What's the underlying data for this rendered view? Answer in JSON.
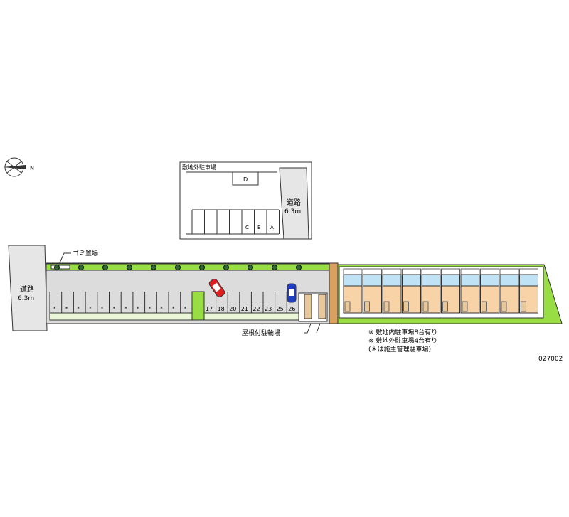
{
  "compass": {
    "label": "N"
  },
  "inset": {
    "title": "敷地外駐車場",
    "spot_labels": [
      "D",
      "C",
      "E",
      "A"
    ],
    "road_label": "道路",
    "road_width": "6.3m"
  },
  "main": {
    "road_label": "道路",
    "road_width": "6.3m",
    "garbage_label": "ゴミ置場",
    "bike_label": "屋根付駐輪場",
    "managed_spot_mark": "*",
    "managed_spot_count": 12,
    "spot_numbers": [
      "17",
      "18",
      "20",
      "21",
      "22",
      "23",
      "25",
      "26"
    ],
    "unit_count": 10
  },
  "notes": [
    "※ 敷地内駐車場8台有り",
    "※ 敷地外駐車場4台有り",
    "(＊は施主管理駐車場)"
  ],
  "code": "027002",
  "colors": {
    "lot": "#dcdcdc",
    "green": "#99dd44",
    "floor": "#f8d3a8",
    "window": "#bfe3f5",
    "road": "#e6e6e6"
  }
}
